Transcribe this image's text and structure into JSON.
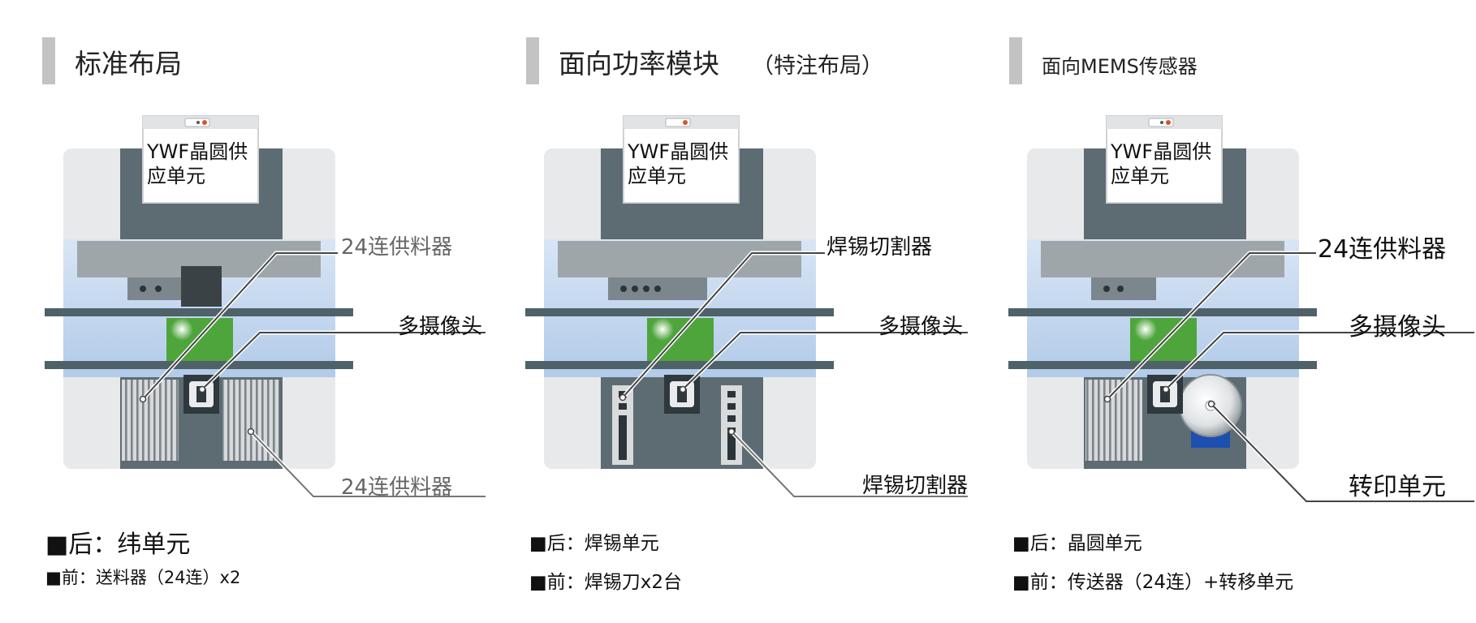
{
  "panels": [
    {
      "title": "标准布局",
      "title_sub": "",
      "supply_unit": "YWF晶圆供\n应单元",
      "callouts": [
        "24连供料器",
        "多摄像头",
        "24连供料器"
      ],
      "notes": [
        "■后：纬单元",
        "■前：送料器（24连）x2"
      ]
    },
    {
      "title": "面向功率模块",
      "title_sub": "（特注布局）",
      "supply_unit": "YWF晶圆供\n应单元",
      "callouts": [
        "焊锡切割器",
        "多摄像头",
        "焊锡切割器"
      ],
      "notes": [
        "■后：焊锡单元",
        "■前：焊锡刀x2台"
      ]
    },
    {
      "title": "面向MEMS传感器",
      "title_sub": "",
      "supply_unit": "YWF晶圆供\n应单元",
      "callouts": [
        "24连供料器",
        "多摄像头",
        "转印单元"
      ],
      "notes": [
        "■后：晶圆单元",
        "■前：传送器（24连）+转移单元"
      ]
    }
  ],
  "colors": {
    "frame": "#e8e9ea",
    "dark": "#5d6c72",
    "blue_band": "#c4d7ee",
    "green": "#4ea53c",
    "rail": "#4f6169",
    "transfer_blue": "#1c4fb0"
  }
}
